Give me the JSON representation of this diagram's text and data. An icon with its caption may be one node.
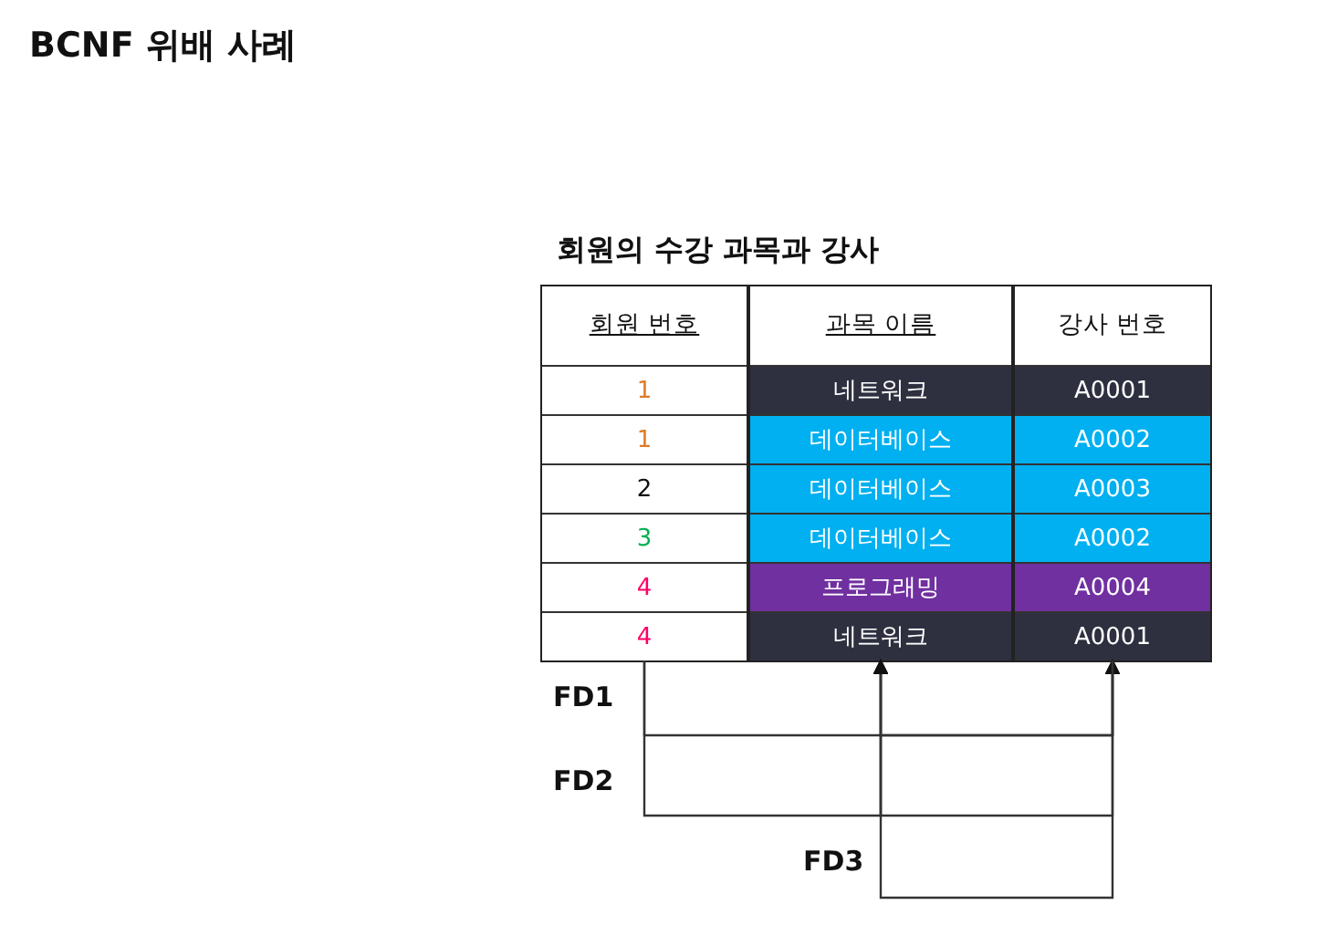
{
  "diagram": {
    "title": "BCNF 위배 사례",
    "nodes": [
      {
        "text": [
          "회원 번호",
          "1",
          "1",
          "2",
          "3",
          "4",
          "4"
        ]
      },
      {
        "text": [
          "과목 이름",
          "네트워크",
          "데이터베이스",
          "데이터베이스",
          "데이터베이스",
          "프로그래밍",
          "네트워크"
        ]
      },
      {
        "text": [
          "강사 번호",
          "A0001",
          "A0002",
          "A0003",
          "A0002",
          "A0004",
          "A0001"
        ]
      }
    ],
    "edges": [
      {
        "from": 0,
        "to": 2,
        "arrow": "to"
      },
      {
        "from": 1,
        "to": 2,
        "arrow": "to"
      },
      {
        "from": 0,
        "to": 1,
        "arrow": "to"
      },
      {
        "from": 2,
        "to": 1,
        "arrow": "to"
      },
      {
        "from": 2,
        "to": 1,
        "arrow": "to"
      }
    ],
    "labels": [
      "회원의 수강 과목과 강사",
      "FD1",
      "FD2",
      "FD3"
    ]
  }
}
